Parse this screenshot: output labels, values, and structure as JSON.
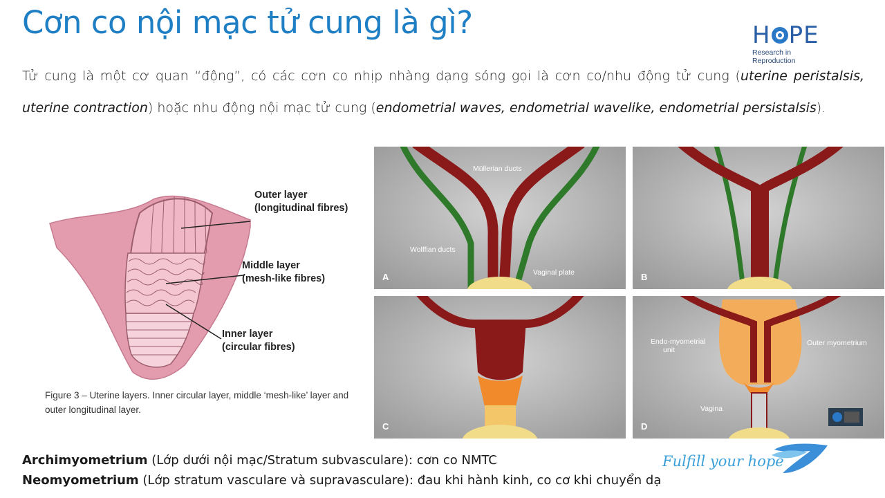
{
  "title": "Cơn co nội mạc tử cung là gì?",
  "logo": {
    "word_left": "H",
    "word_right": "PE",
    "subtitle": "Research in Reproduction"
  },
  "intro": {
    "p1": "Tử cung là một cơ quan “động”, có các cơn co nhịp nhàng dạng sóng gọi là cơn co/nhu động tử cung (",
    "i1": "uterine peristalsis, uterine contraction",
    "p2": ") hoặc nhu động nội mạc tử cung (",
    "i2": "endometrial waves, endometrial wavelike, endometrial persistalsis",
    "p3": ")."
  },
  "uterine_figure": {
    "outer_label_1": "Outer layer",
    "outer_label_2": "(longitudinal fibres)",
    "middle_label_1": "Middle layer",
    "middle_label_2": "(mesh-like fibres)",
    "inner_label_1": "Inner layer",
    "inner_label_2": "(circular fibres)",
    "caption": "Figure 3 – Uterine layers. Inner circular layer, middle ‘mesh-like’ layer and outer longitudinal layer."
  },
  "embryo_panels": {
    "a": {
      "label": "A",
      "mullerian": "Müllerian ducts",
      "wolffian": "Wolffian ducts",
      "vaginal_plate": "Vaginal plate"
    },
    "b": {
      "label": "B"
    },
    "c": {
      "label": "C"
    },
    "d": {
      "label": "D",
      "endo_1": "Endo-myometrial",
      "endo_2": "unit",
      "outer": "Outer myometrium",
      "vagina": "Vagina"
    }
  },
  "footer": {
    "l1_bold": "Archimyometrium",
    "l1_text": " (Lớp dưới nội mạc/Stratum subvasculare): cơn co NMTC",
    "l2_bold": "Neomyometrium",
    "l2_text": " (Lớp stratum vasculare và supravasculare): đau khi hành kinh, co cơ khi chuyển dạ"
  },
  "slogan": "Fulfill your hope",
  "colors": {
    "title": "#1f7fc4",
    "logo": "#2a5fa8",
    "slogan": "#3a9fd8",
    "uterus": "#e39cae",
    "duct_red": "#8a1a1a",
    "wolffian_green": "#2e7a2a"
  }
}
